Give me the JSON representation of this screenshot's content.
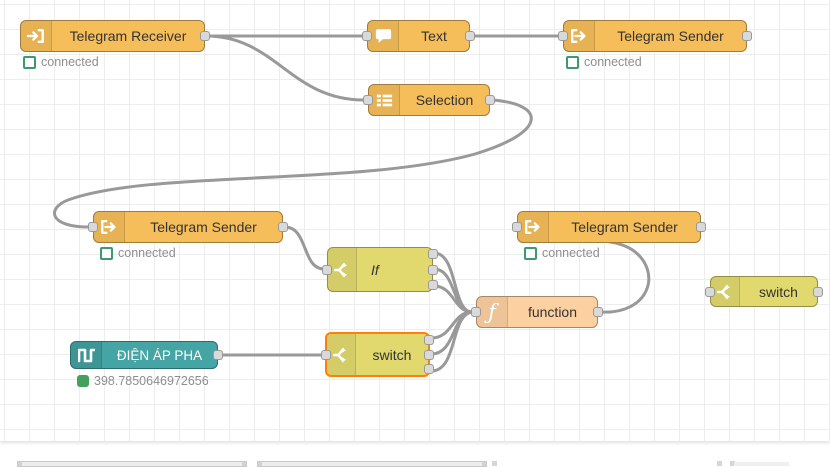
{
  "app": {
    "name": "Node-RED flow editor canvas"
  },
  "nodes": {
    "telegram_receiver": {
      "label": "Telegram Receiver",
      "status": "connected"
    },
    "text": {
      "label": "Text"
    },
    "telegram_sender_top": {
      "label": "Telegram Sender",
      "status": "connected"
    },
    "selection": {
      "label": "Selection"
    },
    "telegram_sender_left": {
      "label": "Telegram Sender",
      "status": "connected"
    },
    "if_switch": {
      "label": "If"
    },
    "telegram_sender_right": {
      "label": "Telegram Sender",
      "status": "connected"
    },
    "function": {
      "label": "function"
    },
    "switch_right": {
      "label": "switch"
    },
    "switch_selected": {
      "label": "switch"
    },
    "dien_ap_pha": {
      "label": "ĐIỆN ÁP PHA",
      "status": "398.7850646972656"
    }
  },
  "icons": {
    "arrow-in-bracket-icon": "telegram receiver glyph",
    "bracket-arrow-out-icon": "telegram sender glyph",
    "speech-bubble-icon": "text glyph",
    "list-icon": "selection glyph",
    "fork-icon": "switch glyph",
    "function-icon": "ƒ",
    "square-wave-icon": "pulse glyph"
  },
  "colors": {
    "node_orange": "#f6be5a",
    "node_olive": "#e2d96e",
    "node_peach": "#fdd0a2",
    "node_teal": "#45a4a4",
    "selected_border": "#ff7f0e",
    "status_green": "#3d9970",
    "wire": "#999999",
    "grid_line": "#ededed"
  }
}
